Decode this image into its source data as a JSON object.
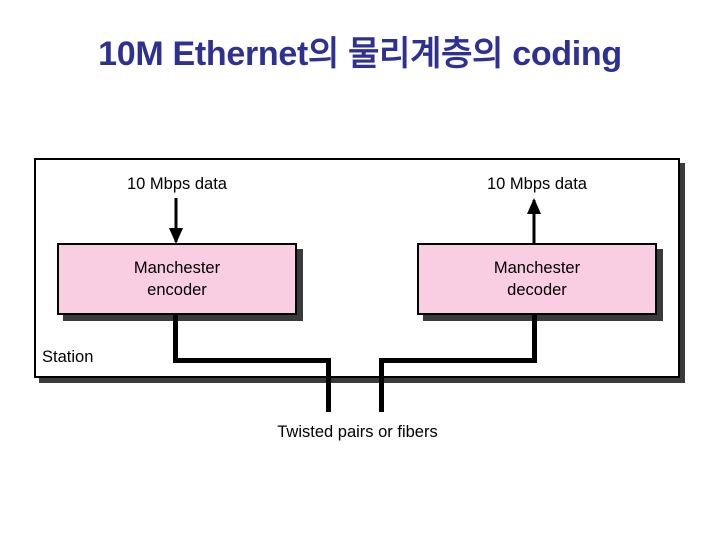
{
  "slide": {
    "title": "10M Ethernet의 물리계층의 coding",
    "title_color": "#2e3192",
    "background_color": "#ffffff"
  },
  "diagram": {
    "station": {
      "label": "Station",
      "border_color": "#000000",
      "fill_color": "#ffffff",
      "shadow_color": "#3a3a3a"
    },
    "boxes": [
      {
        "name": "manchester-encoder",
        "line1": "Manchester",
        "line2": "encoder",
        "fill_color": "#f9cee2",
        "border_color": "#000000"
      },
      {
        "name": "manchester-decoder",
        "line1": "Manchester",
        "line2": "decoder",
        "fill_color": "#f9cee2",
        "border_color": "#000000"
      }
    ],
    "labels": {
      "left_data": "10 Mbps data",
      "right_data": "10 Mbps data",
      "medium": "Twisted pairs or fibers"
    },
    "arrows": [
      {
        "name": "arrow-down-to-encoder",
        "direction": "down"
      },
      {
        "name": "arrow-up-from-decoder",
        "direction": "up"
      }
    ]
  }
}
